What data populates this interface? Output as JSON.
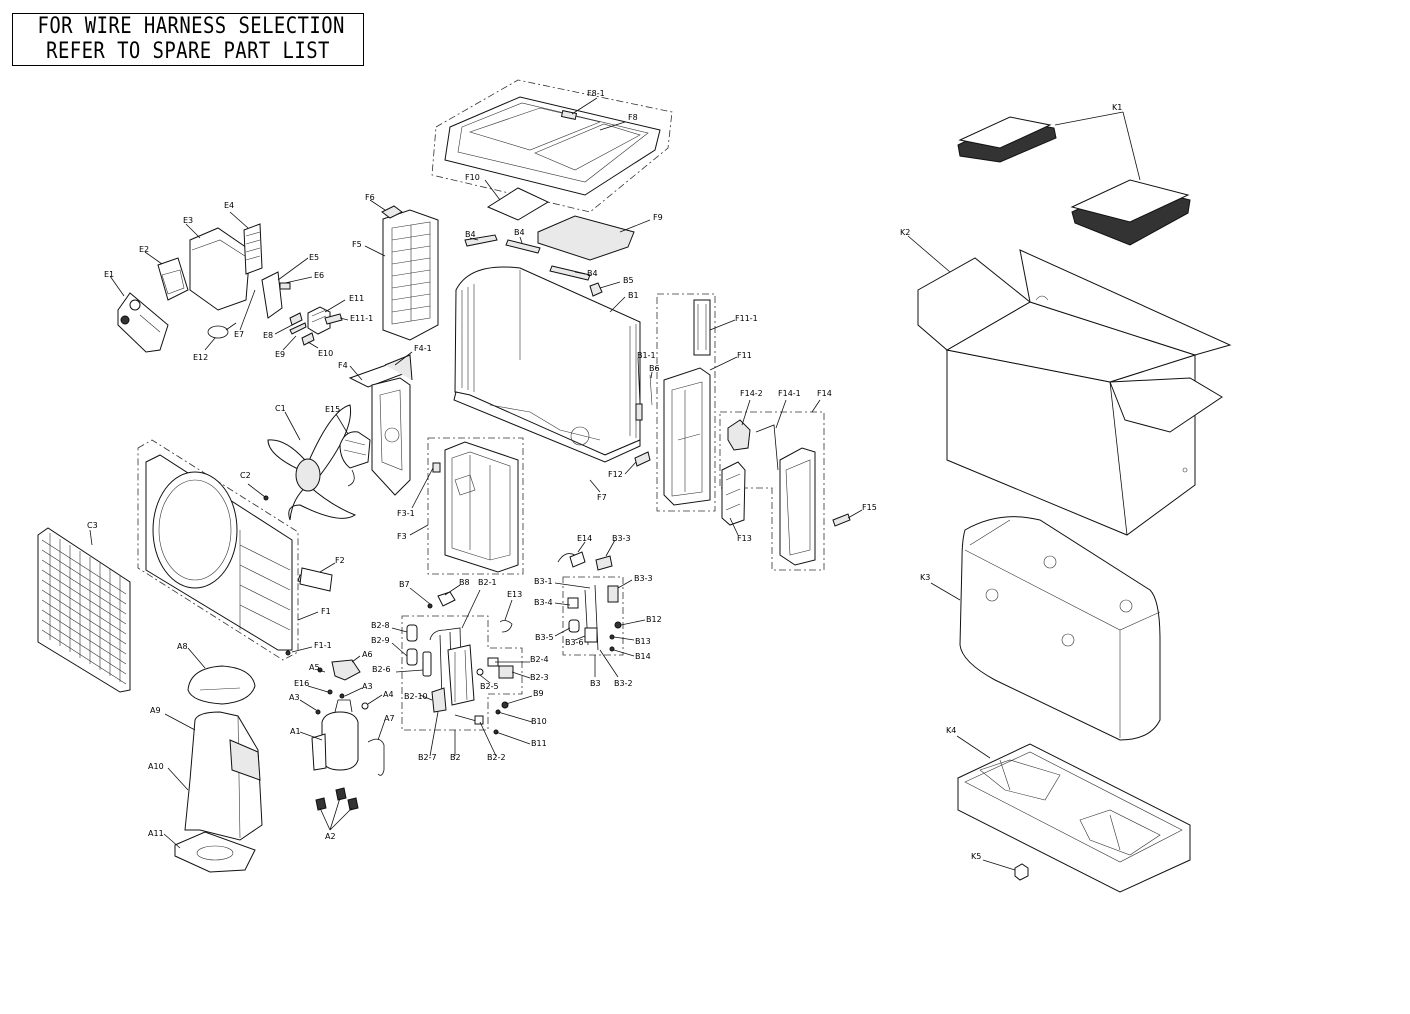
{
  "notice": {
    "line1": "FOR WIRE HARNESS SELECTION",
    "line2": "REFER TO SPARE PART LIST"
  },
  "labels": [
    "F8-1",
    "F8",
    "F10",
    "F9",
    "F6",
    "B4",
    "B4",
    "B4",
    "B5",
    "B1",
    "F5",
    "E4",
    "E3",
    "E2",
    "E5",
    "E6",
    "E1",
    "E11",
    "E11-1",
    "E7",
    "E8",
    "E9",
    "E10",
    "E12",
    "F4-1",
    "F4",
    "C1",
    "E15",
    "B1-1",
    "B6",
    "F11-1",
    "F11",
    "F14-2",
    "F14-1",
    "F14",
    "C2",
    "F3-1",
    "F3",
    "F12",
    "F7",
    "F13",
    "F15",
    "C3",
    "F2",
    "F1",
    "F1-1",
    "E14",
    "B3-3",
    "B3-1",
    "B3-3",
    "B3-4",
    "B3-5",
    "B3-6",
    "B12",
    "B13",
    "B14",
    "B3",
    "B3-2",
    "B7",
    "B8",
    "B2-1",
    "E13",
    "B2-8",
    "B2-9",
    "B2-6",
    "B2-4",
    "B2-3",
    "B2-5",
    "B2-10",
    "B9",
    "B10",
    "B11",
    "B2-7",
    "B2",
    "B2-2",
    "A8",
    "A5",
    "A6",
    "E16",
    "A3",
    "A3",
    "A4",
    "A9",
    "A1",
    "A7",
    "A10",
    "A2",
    "A11",
    "K1",
    "K2",
    "K3",
    "K4",
    "K5"
  ]
}
